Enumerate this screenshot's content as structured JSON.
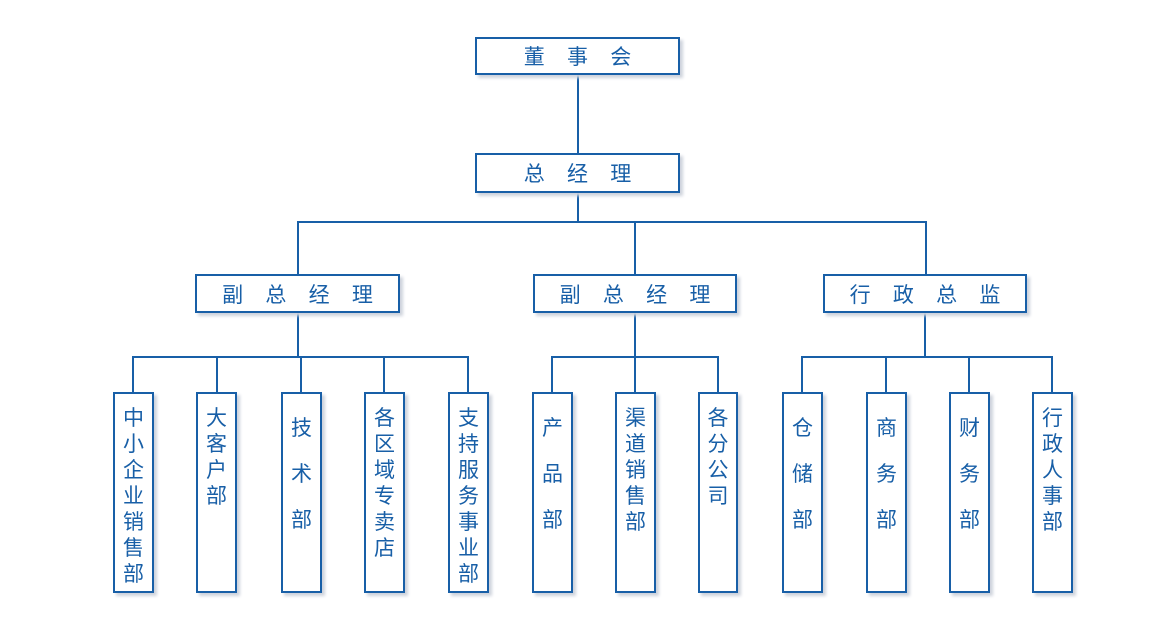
{
  "colors": {
    "page_bg": "#ffffff",
    "box_bg": "#ffffff",
    "box_border": "#185fa7",
    "text": "#185fa7",
    "line": "#185fa7",
    "shadow": "#ced3dc"
  },
  "org": {
    "root": {
      "label": "董事会"
    },
    "general_manager": {
      "label": "总经理"
    },
    "branches": [
      {
        "label": "副总经理",
        "children": [
          {
            "label": "中小企业销售部"
          },
          {
            "label": "大客户部"
          },
          {
            "label": "技术部"
          },
          {
            "label": "各区域专卖店"
          },
          {
            "label": "支持服务事业部"
          }
        ]
      },
      {
        "label": "副总经理",
        "children": [
          {
            "label": "产品部"
          },
          {
            "label": "渠道销售部"
          },
          {
            "label": "各分公司"
          }
        ]
      },
      {
        "label": "行政总监",
        "children": [
          {
            "label": "仓储部"
          },
          {
            "label": "商务部"
          },
          {
            "label": "财务部"
          },
          {
            "label": "行政人事部"
          }
        ]
      }
    ]
  }
}
